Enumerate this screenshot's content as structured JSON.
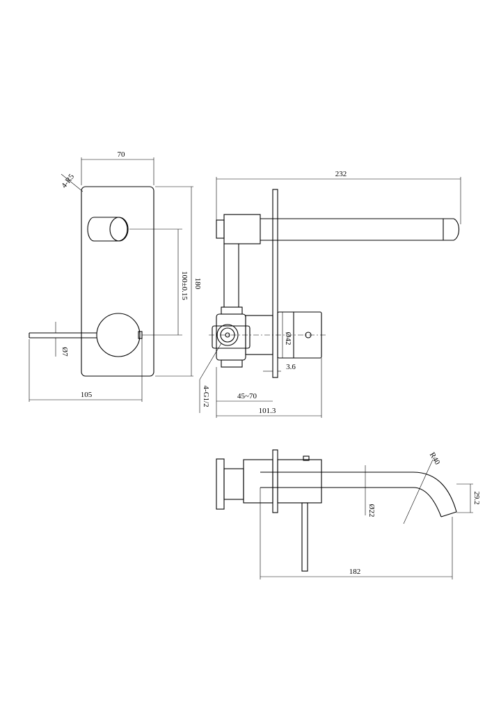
{
  "dimensions": {
    "plate_width": "70",
    "corner_radius": "4-R5",
    "plate_height": "180",
    "handle_spacing": "100±0.15",
    "lever_diameter": "Ø7",
    "lever_reach": "105",
    "spout_length": "232",
    "body_diameter": "Ø42",
    "plate_thickness": "3.6",
    "wall_depth": "45~70",
    "thread": "4-G1/2",
    "body_depth": "101.3",
    "spout_radius": "R40",
    "spout_height": "29.2",
    "spout_diameter": "Ø22",
    "spout_projection": "182"
  }
}
